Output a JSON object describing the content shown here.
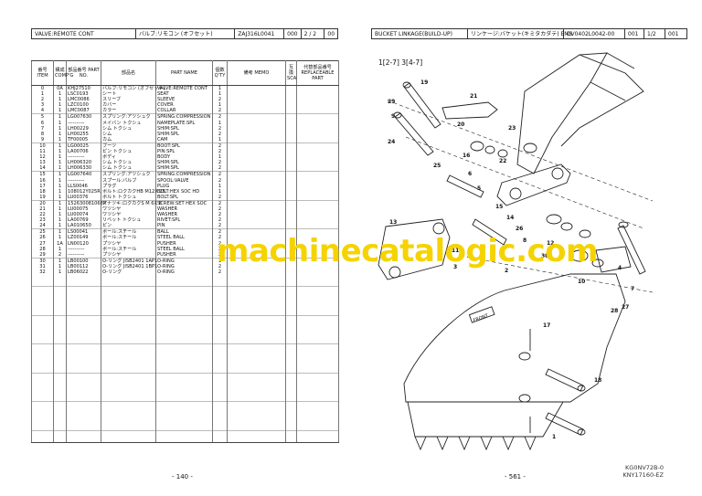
{
  "left_page": {
    "header": {
      "title": "VALVE:REMOTE CONT",
      "title_jp": "バルブ:リモコン (オフセット)",
      "code": "ZAJ316L0041",
      "num": "000",
      "page": "2 / 2",
      "ref": "00"
    },
    "columns": {
      "item": "番号 ITEM",
      "comp": "構成 COMP'G",
      "part_no": "部品番号 PART NO.",
      "name_jp": "部品名",
      "part_name": "PART NAME",
      "qty": "個数 Q'TY",
      "memo": "備考 MEMO",
      "sca": "互換 SCA",
      "replacing": "代替部品番号 REPLACEABLE PART"
    },
    "rows": [
      {
        "item": "0",
        "comp": "0A",
        "part_no": "KHJ27510",
        "name_jp": "バルブ:リモコン (オフセット)",
        "part_name": "VALVE:REMOTE CONT",
        "qty": "1"
      },
      {
        "item": "1",
        "comp": "1",
        "part_no": "LSC0193",
        "name_jp": "シート",
        "part_name": "SEAT",
        "qty": "1"
      },
      {
        "item": "2",
        "comp": "1",
        "part_no": "LMC0086",
        "name_jp": "スリーブ",
        "part_name": "SLEEVE",
        "qty": "2"
      },
      {
        "item": "3",
        "comp": "1",
        "part_no": "LZC0100",
        "name_jp": "カバー",
        "part_name": "COVER",
        "qty": "1"
      },
      {
        "item": "4",
        "comp": "1",
        "part_no": "LMC0087",
        "name_jp": "カラー",
        "part_name": "COLLAR",
        "qty": "2"
      },
      {
        "item": "5",
        "comp": "1",
        "part_no": "LG007630",
        "name_jp": "スプリング:アツシュク",
        "part_name": "SPRING:COMPRESSION",
        "qty": "2"
      },
      {
        "item": "6",
        "comp": "1",
        "part_no": "----------",
        "name_jp": "メイバン トクシュ",
        "part_name": "NAMEPLATE:SPL",
        "qty": "1"
      },
      {
        "item": "7",
        "comp": "1",
        "part_no": "LH00229",
        "name_jp": "シム トクシュ",
        "part_name": "SHIM:SPL",
        "qty": "2"
      },
      {
        "item": "8",
        "comp": "1",
        "part_no": "LH00255",
        "name_jp": "シム",
        "part_name": "SHIM:SPL",
        "qty": "2"
      },
      {
        "item": "9",
        "comp": "1",
        "part_no": "TF00005",
        "name_jp": "カム",
        "part_name": "CAM",
        "qty": "1"
      },
      {
        "item": "10",
        "comp": "1",
        "part_no": "LG00025",
        "name_jp": "ブーツ",
        "part_name": "BOOT:SPL",
        "qty": "2"
      },
      {
        "item": "11",
        "comp": "1",
        "part_no": "LA00706",
        "name_jp": "ピン トクシュ",
        "part_name": "PIN:SPL",
        "qty": "2"
      },
      {
        "item": "12",
        "comp": "1",
        "part_no": "----------",
        "name_jp": "ボディ",
        "part_name": "BODY",
        "qty": "1"
      },
      {
        "item": "13",
        "comp": "1",
        "part_no": "LH006320",
        "name_jp": "シム トクシュ",
        "part_name": "SHIM:SPL",
        "qty": "2"
      },
      {
        "item": "14",
        "comp": "1",
        "part_no": "LH006330",
        "name_jp": "シム トクシュ",
        "part_name": "SHIM:SPL",
        "qty": "2"
      },
      {
        "item": "15",
        "comp": "1",
        "part_no": "LG007640",
        "name_jp": "スプリング:アツシュク",
        "part_name": "SPRING:COMPRESSION",
        "qty": "2"
      },
      {
        "item": "16",
        "comp": "1",
        "part_no": "----------",
        "name_jp": "スプール:バルブ",
        "part_name": "SPOOL:VALVE",
        "qty": "2"
      },
      {
        "item": "17",
        "comp": "1",
        "part_no": "LLS0046",
        "name_jp": "プラグ",
        "part_name": "PLUG",
        "qty": "1"
      },
      {
        "item": "18",
        "comp": "1",
        "part_no": "108012Y025R",
        "name_jp": "ボルト:ロクカクHB M12X 25",
        "part_name": "BOLT:HEX SOC HD",
        "qty": "1"
      },
      {
        "item": "19",
        "comp": "1",
        "part_no": "LU00376",
        "name_jp": "ボルト トクシュ",
        "part_name": "BOLT:SPL",
        "qty": "2"
      },
      {
        "item": "20",
        "comp": "1",
        "part_no": "152630081068R",
        "name_jp": "アナツキ:ロクカクS M 6X 8",
        "part_name": "SCREW:SET HEX SOC",
        "qty": "2"
      },
      {
        "item": "21",
        "comp": "1",
        "part_no": "LU00075",
        "name_jp": "ワツシヤ",
        "part_name": "WASHER",
        "qty": "2"
      },
      {
        "item": "22",
        "comp": "1",
        "part_no": "LU00074",
        "name_jp": "ワツシヤ",
        "part_name": "WASHER",
        "qty": "2"
      },
      {
        "item": "23",
        "comp": "1",
        "part_no": "LA00769",
        "name_jp": "リベット トクシュ",
        "part_name": "RIVET:SPL",
        "qty": "2"
      },
      {
        "item": "24",
        "comp": "1",
        "part_no": "LA010650",
        "name_jp": "ピン",
        "part_name": "PIN",
        "qty": "2"
      },
      {
        "item": "25",
        "comp": "1",
        "part_no": "LS00041",
        "name_jp": "ボール:スチール",
        "part_name": "BALL",
        "qty": "2"
      },
      {
        "item": "26",
        "comp": "1",
        "part_no": "LZ00149",
        "name_jp": "ボール:スチール",
        "part_name": "STEEL BALL",
        "qty": "2"
      },
      {
        "item": "27",
        "comp": "1A",
        "part_no": "LN00120",
        "name_jp": "プツシヤ",
        "part_name": "PUSHER",
        "qty": "2"
      },
      {
        "item": "28",
        "comp": "1",
        "part_no": "----------",
        "name_jp": "ボール:スチール",
        "part_name": "STEEL BALL",
        "qty": "2"
      },
      {
        "item": "29",
        "comp": "2",
        "part_no": "----------",
        "name_jp": "プツシヤ",
        "part_name": "PUSHER",
        "qty": "2"
      },
      {
        "item": "30",
        "comp": "1",
        "part_no": "LB00100",
        "name_jp": "O-リング JISB2401 1AP1",
        "part_name": "O-RING",
        "qty": "1"
      },
      {
        "item": "31",
        "comp": "1",
        "part_no": "LB00112",
        "name_jp": "O-リング JISB2401 1BP1",
        "part_name": "O-RING",
        "qty": "2"
      },
      {
        "item": "32",
        "comp": "1",
        "part_no": "LB06022",
        "name_jp": "O-リング",
        "part_name": "O-RING",
        "qty": "2"
      }
    ],
    "page_number": "- 140 -"
  },
  "right_page": {
    "header": {
      "title": "BUCKET LINKAGE(BUILD-UP)",
      "title_jp": "リンケージ:バケット(キミタカダテ) EMS",
      "code": "DV0402L0042-00",
      "num": "001",
      "page": "1/2",
      "ref": "001"
    },
    "ref_text": "1[2-7]   3[4-7]",
    "callouts": [
      "19",
      "29",
      "9",
      "24",
      "21",
      "20",
      "16",
      "6",
      "23",
      "22",
      "25",
      "5",
      "15",
      "14",
      "26",
      "8",
      "12",
      "11",
      "3",
      "2",
      "30",
      "10",
      "13",
      "4",
      "7",
      "27",
      "28",
      "17",
      "18",
      "1"
    ],
    "front_label": "FRONT",
    "doc_codes": [
      "KG0NV72B-0",
      "KNY17160-EZ"
    ],
    "page_number": "- 561 -"
  },
  "watermark": "machinecatalogic.com"
}
